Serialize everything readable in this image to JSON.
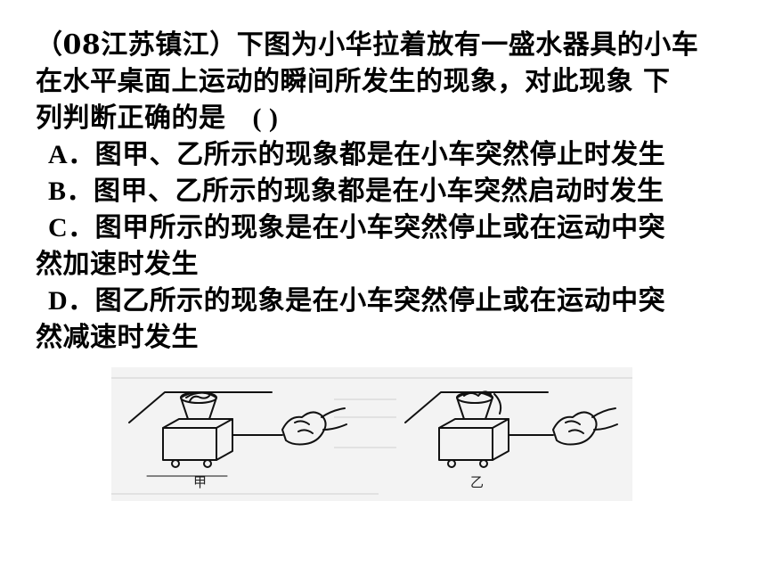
{
  "question": {
    "line1": "（08江苏镇江）下图为小华拉着放有一盛水器具的小车",
    "line2": "在水平桌面上运动的瞬间所发生的现象，对此现象 下",
    "line3": "列判断正确的是",
    "paren": "(    )"
  },
  "options": [
    {
      "letter": "A．",
      "text": "图甲、乙所示的现象都是在小车突然停止时发生",
      "cont": ""
    },
    {
      "letter": "B．",
      "text": "图甲、乙所示的现象都是在小车突然启动时发生",
      "cont": ""
    },
    {
      "letter": "C．",
      "text": "图甲所示的现象是在小车突然停止或在运动中突",
      "cont": "然加速时发生"
    },
    {
      "letter": "D．",
      "text": "图乙所示的现象是在小车突然停止或在运动中突",
      "cont": "然减速时发生"
    }
  ],
  "figure": {
    "label_left": "甲",
    "label_right": "乙"
  },
  "colors": {
    "text": "#000000",
    "figure_bg": "#f3f3f3",
    "line_art": "#111111"
  }
}
